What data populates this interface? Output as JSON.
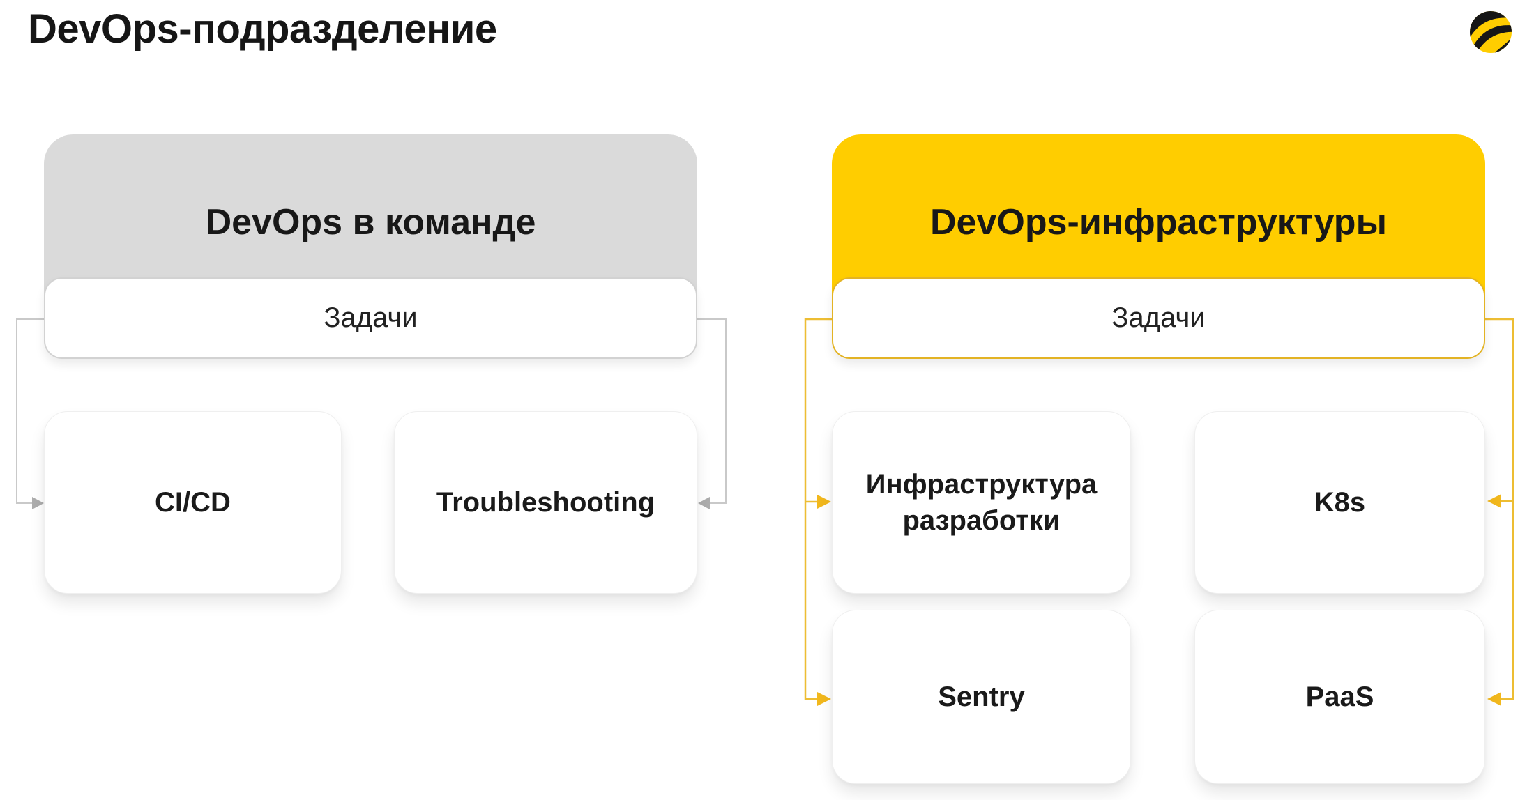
{
  "page": {
    "title": "DevOps-подразделение"
  },
  "logo": {
    "name": "beeline-logo",
    "yellow": "#FFCD00",
    "black": "#161616"
  },
  "sections": [
    {
      "id": "team",
      "header": "DevOps в команде",
      "tasks_label": "Задачи",
      "header_bg": "#DADADA",
      "connector_color": "#C9C9C9",
      "arrow_color": "#ADADAD",
      "children": [
        "CI/CD",
        "Troubleshooting"
      ]
    },
    {
      "id": "infra",
      "header": "DevOps-инфраструктуры",
      "tasks_label": "Задачи",
      "header_bg": "#FFCD00",
      "connector_color": "#EDBD33",
      "arrow_color": "#F2B81D",
      "children": [
        "Инфраструктура разработки",
        "K8s",
        "Sentry",
        "PaaS"
      ]
    }
  ]
}
